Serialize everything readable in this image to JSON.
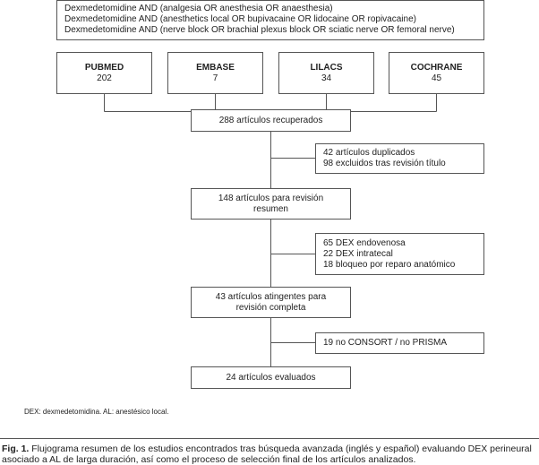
{
  "query_lines": [
    "Dexmedetomidine AND (analgesia OR anesthesia OR anaesthesia)",
    "Dexmedetomidine AND (anesthetics local OR bupivacaine OR lidocaine OR ropivacaine)",
    "Dexmedetomidine AND (nerve block OR brachial plexus block OR sciatic nerve OR femoral nerve)"
  ],
  "sources": [
    {
      "name": "PUBMED",
      "count": "202"
    },
    {
      "name": "EMBASE",
      "count": "7"
    },
    {
      "name": "LILACS",
      "count": "34"
    },
    {
      "name": "COCHRANE",
      "count": "45"
    }
  ],
  "steps": [
    {
      "lines": [
        "288 artículos recuperados"
      ]
    },
    {
      "lines": [
        "148 artículos para revisión",
        "resumen"
      ]
    },
    {
      "lines": [
        "43 artículos atingentes para",
        "revisión completa"
      ]
    },
    {
      "lines": [
        "24 artículos evaluados"
      ]
    }
  ],
  "exclusions": [
    {
      "lines": [
        "42 artículos duplicados",
        "98 excluidos tras revisión título"
      ]
    },
    {
      "lines": [
        "65 DEX endovenosa",
        "22 DEX intratecal",
        "18 bloqueo por reparo anatómico"
      ]
    },
    {
      "lines": [
        "19 no CONSORT / no PRISMA"
      ]
    }
  ],
  "footnote": "DEX: dexmedetomidina. AL: anestésico local.",
  "caption": {
    "label": "Fig. 1.",
    "text": " Flujograma resumen de los estudios encontrados tras búsqueda avanzada (inglés y español) evaluando DEX perineural asociado a AL de larga duración, así como el proceso de selección final de los artículos analizados."
  }
}
